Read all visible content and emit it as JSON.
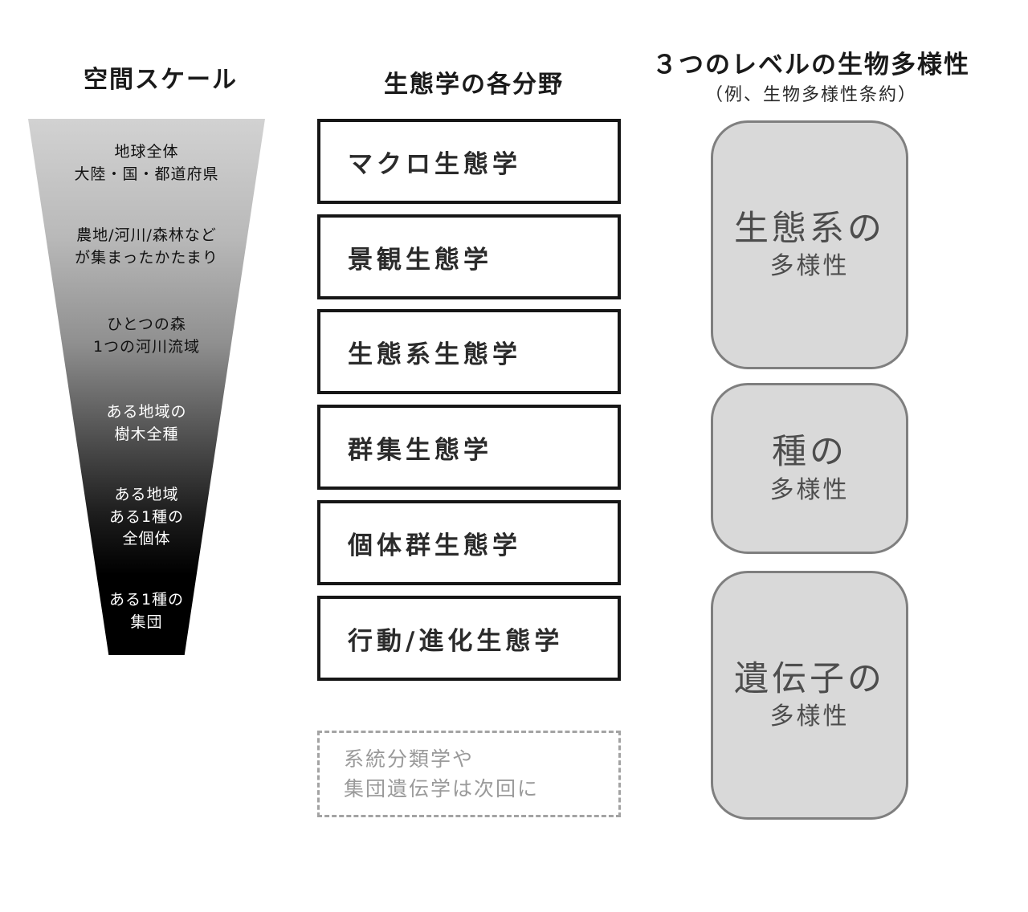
{
  "spatial": {
    "title": "空間スケール",
    "levels": [
      {
        "label": "地球全体\n大陸・国・都道府県"
      },
      {
        "label": "農地/河川/森林など\nが集まったかたまり"
      },
      {
        "label": "ひとつの森\n1つの河川流域"
      },
      {
        "label": "ある地域の\n樹木全種"
      },
      {
        "label": "ある地域\nある1種の\n全個体"
      },
      {
        "label": "ある1種の\n集団"
      }
    ]
  },
  "ecology": {
    "title": "生態学の各分野",
    "fields": [
      {
        "label": "マクロ生態学"
      },
      {
        "label": "景観生態学"
      },
      {
        "label": "生態系生態学"
      },
      {
        "label": "群集生態学"
      },
      {
        "label": "個体群生態学"
      },
      {
        "label": "行動/進化生態学"
      }
    ],
    "note": "系統分類学や\n集団遺伝学は次回に"
  },
  "biodiversity": {
    "title": "３つのレベルの生物多様性",
    "subtitle": "（例、生物多様性条約）",
    "levels": [
      {
        "main": "生態系の",
        "sub": "多様性"
      },
      {
        "main": "種の",
        "sub": "多様性"
      },
      {
        "main": "遺伝子の",
        "sub": "多様性"
      }
    ]
  },
  "colors": {
    "funnel_top": "#d2d2d2",
    "funnel_bottom": "#000000",
    "box_border": "#161616",
    "note_gray": "#9a9a9a",
    "rounded_fill": "#d9d9d9",
    "rounded_border": "#7f7f7f"
  }
}
